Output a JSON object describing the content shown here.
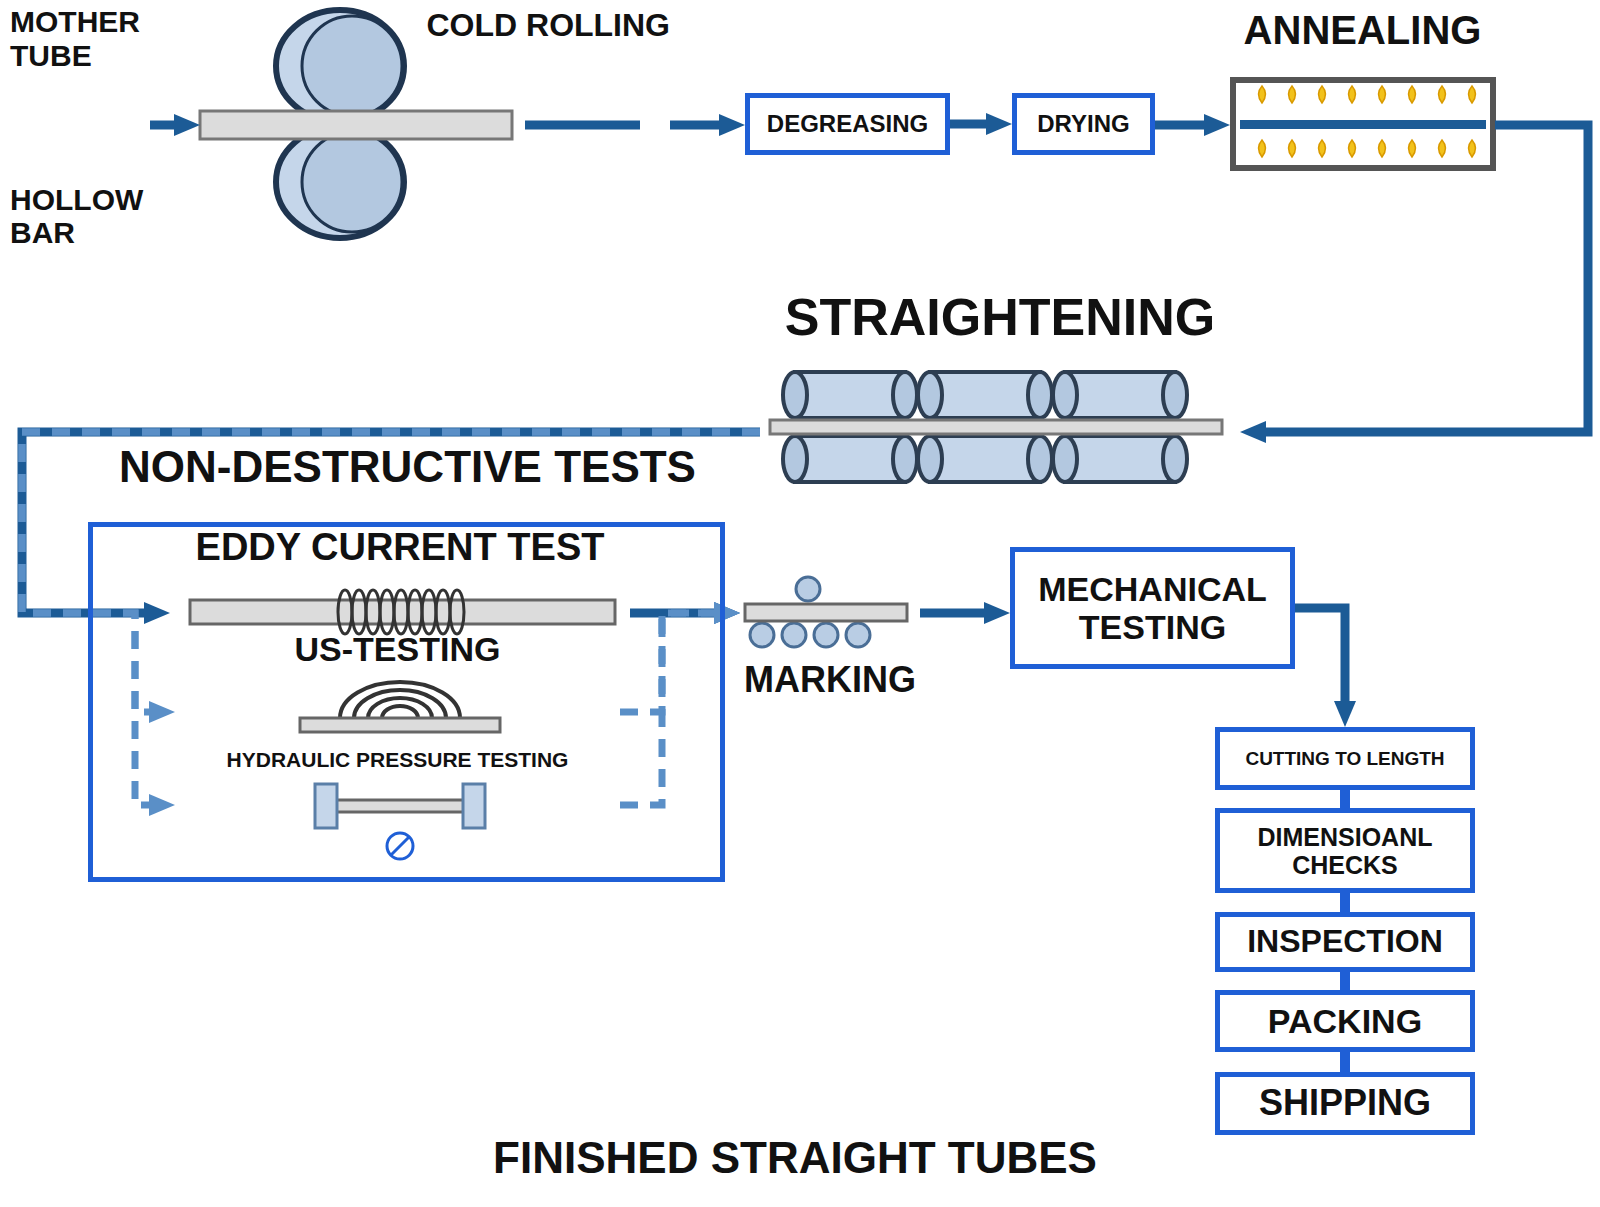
{
  "diagram": {
    "caption": "FINISHED STRAIGHT TUBES",
    "nodes": [
      {
        "text": [
          "MOTHER TUBE",
          "HOLLOW BAR"
        ]
      },
      {
        "text": [
          "COLD ROLLING"
        ]
      },
      {
        "text": [
          "DEGREASING"
        ]
      },
      {
        "text": [
          "DRYING"
        ]
      },
      {
        "text": [
          "ANNEALING"
        ]
      },
      {
        "text": [
          "STRAIGHTENING"
        ]
      },
      {
        "text": [
          "NON-DESTRUCTIVE TESTS"
        ]
      },
      {
        "text": [
          "EDDY CURRENT TEST"
        ],
        "in": 6
      },
      {
        "text": [
          "US-TESTING"
        ],
        "in": 6
      },
      {
        "text": [
          "HYDRAULIC PRESSURE TESTING"
        ],
        "in": 6
      },
      {
        "text": [
          "MARKING"
        ]
      },
      {
        "text": [
          "MECHANICAL TESTING"
        ]
      },
      {
        "text": [
          "CUTTING TO LENGTH"
        ]
      },
      {
        "text": [
          "DIMENSIOANL CHECKS"
        ]
      },
      {
        "text": [
          "INSPECTION"
        ]
      },
      {
        "text": [
          "PACKING"
        ]
      },
      {
        "text": [
          "SHIPPING"
        ]
      }
    ],
    "edges": [
      {
        "from": 0,
        "to": 1,
        "arrow": "to"
      },
      {
        "from": 1,
        "to": 2,
        "arrow": "to"
      },
      {
        "from": 2,
        "to": 3,
        "arrow": "to"
      },
      {
        "from": 3,
        "to": 4,
        "arrow": "to"
      },
      {
        "from": 4,
        "to": 5,
        "arrow": "to"
      },
      {
        "from": 5,
        "to": 7,
        "arrow": "to"
      },
      {
        "from": 5,
        "to": 8,
        "arrow": "to"
      },
      {
        "from": 5,
        "to": 9,
        "arrow": "to"
      },
      {
        "from": 7,
        "to": 10,
        "arrow": "to"
      },
      {
        "from": 8,
        "to": 10,
        "arrow": "to"
      },
      {
        "from": 9,
        "to": 10,
        "arrow": "to"
      },
      {
        "from": 10,
        "to": 11,
        "arrow": "to"
      },
      {
        "from": 11,
        "to": 12,
        "arrow": "to"
      },
      {
        "from": 12,
        "to": 13,
        "arrow": "none"
      },
      {
        "from": 13,
        "to": 14,
        "arrow": "none"
      },
      {
        "from": 14,
        "to": 15,
        "arrow": "none"
      },
      {
        "from": 15,
        "to": 16,
        "arrow": "none"
      }
    ]
  }
}
